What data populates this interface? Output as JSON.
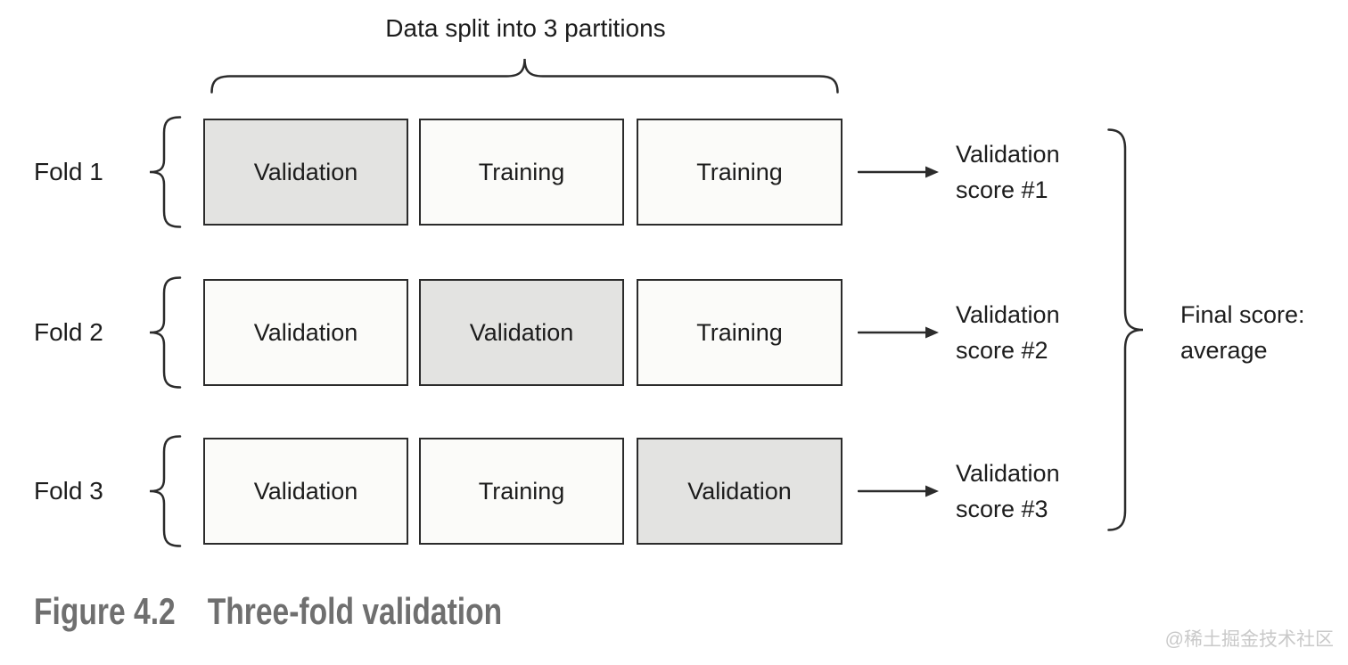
{
  "title": "Data split into 3 partitions",
  "folds": [
    {
      "label": "Fold 1",
      "cells": [
        {
          "label": "Validation",
          "highlighted": true
        },
        {
          "label": "Training",
          "highlighted": false
        },
        {
          "label": "Training",
          "highlighted": false
        }
      ],
      "score": {
        "line1": "Validation",
        "line2": "score #1"
      }
    },
    {
      "label": "Fold 2",
      "cells": [
        {
          "label": "Validation",
          "highlighted": false
        },
        {
          "label": "Validation",
          "highlighted": true
        },
        {
          "label": "Training",
          "highlighted": false
        }
      ],
      "score": {
        "line1": "Validation",
        "line2": "score #2"
      }
    },
    {
      "label": "Fold 3",
      "cells": [
        {
          "label": "Validation",
          "highlighted": false
        },
        {
          "label": "Training",
          "highlighted": false
        },
        {
          "label": "Validation",
          "highlighted": true
        }
      ],
      "score": {
        "line1": "Validation",
        "line2": "score #3"
      }
    }
  ],
  "final_score": {
    "line1": "Final score:",
    "line2": "average"
  },
  "caption": {
    "figure_label": "Figure 4.2",
    "title": "Three-fold validation"
  },
  "watermark": "@稀土掘金技术社区",
  "colors": {
    "line": "#2b2b2b",
    "box_plain": "#fbfbf9",
    "box_highlight": "#e3e3e1",
    "caption": "#6f6f6f",
    "watermark": "#c9c9c9"
  }
}
